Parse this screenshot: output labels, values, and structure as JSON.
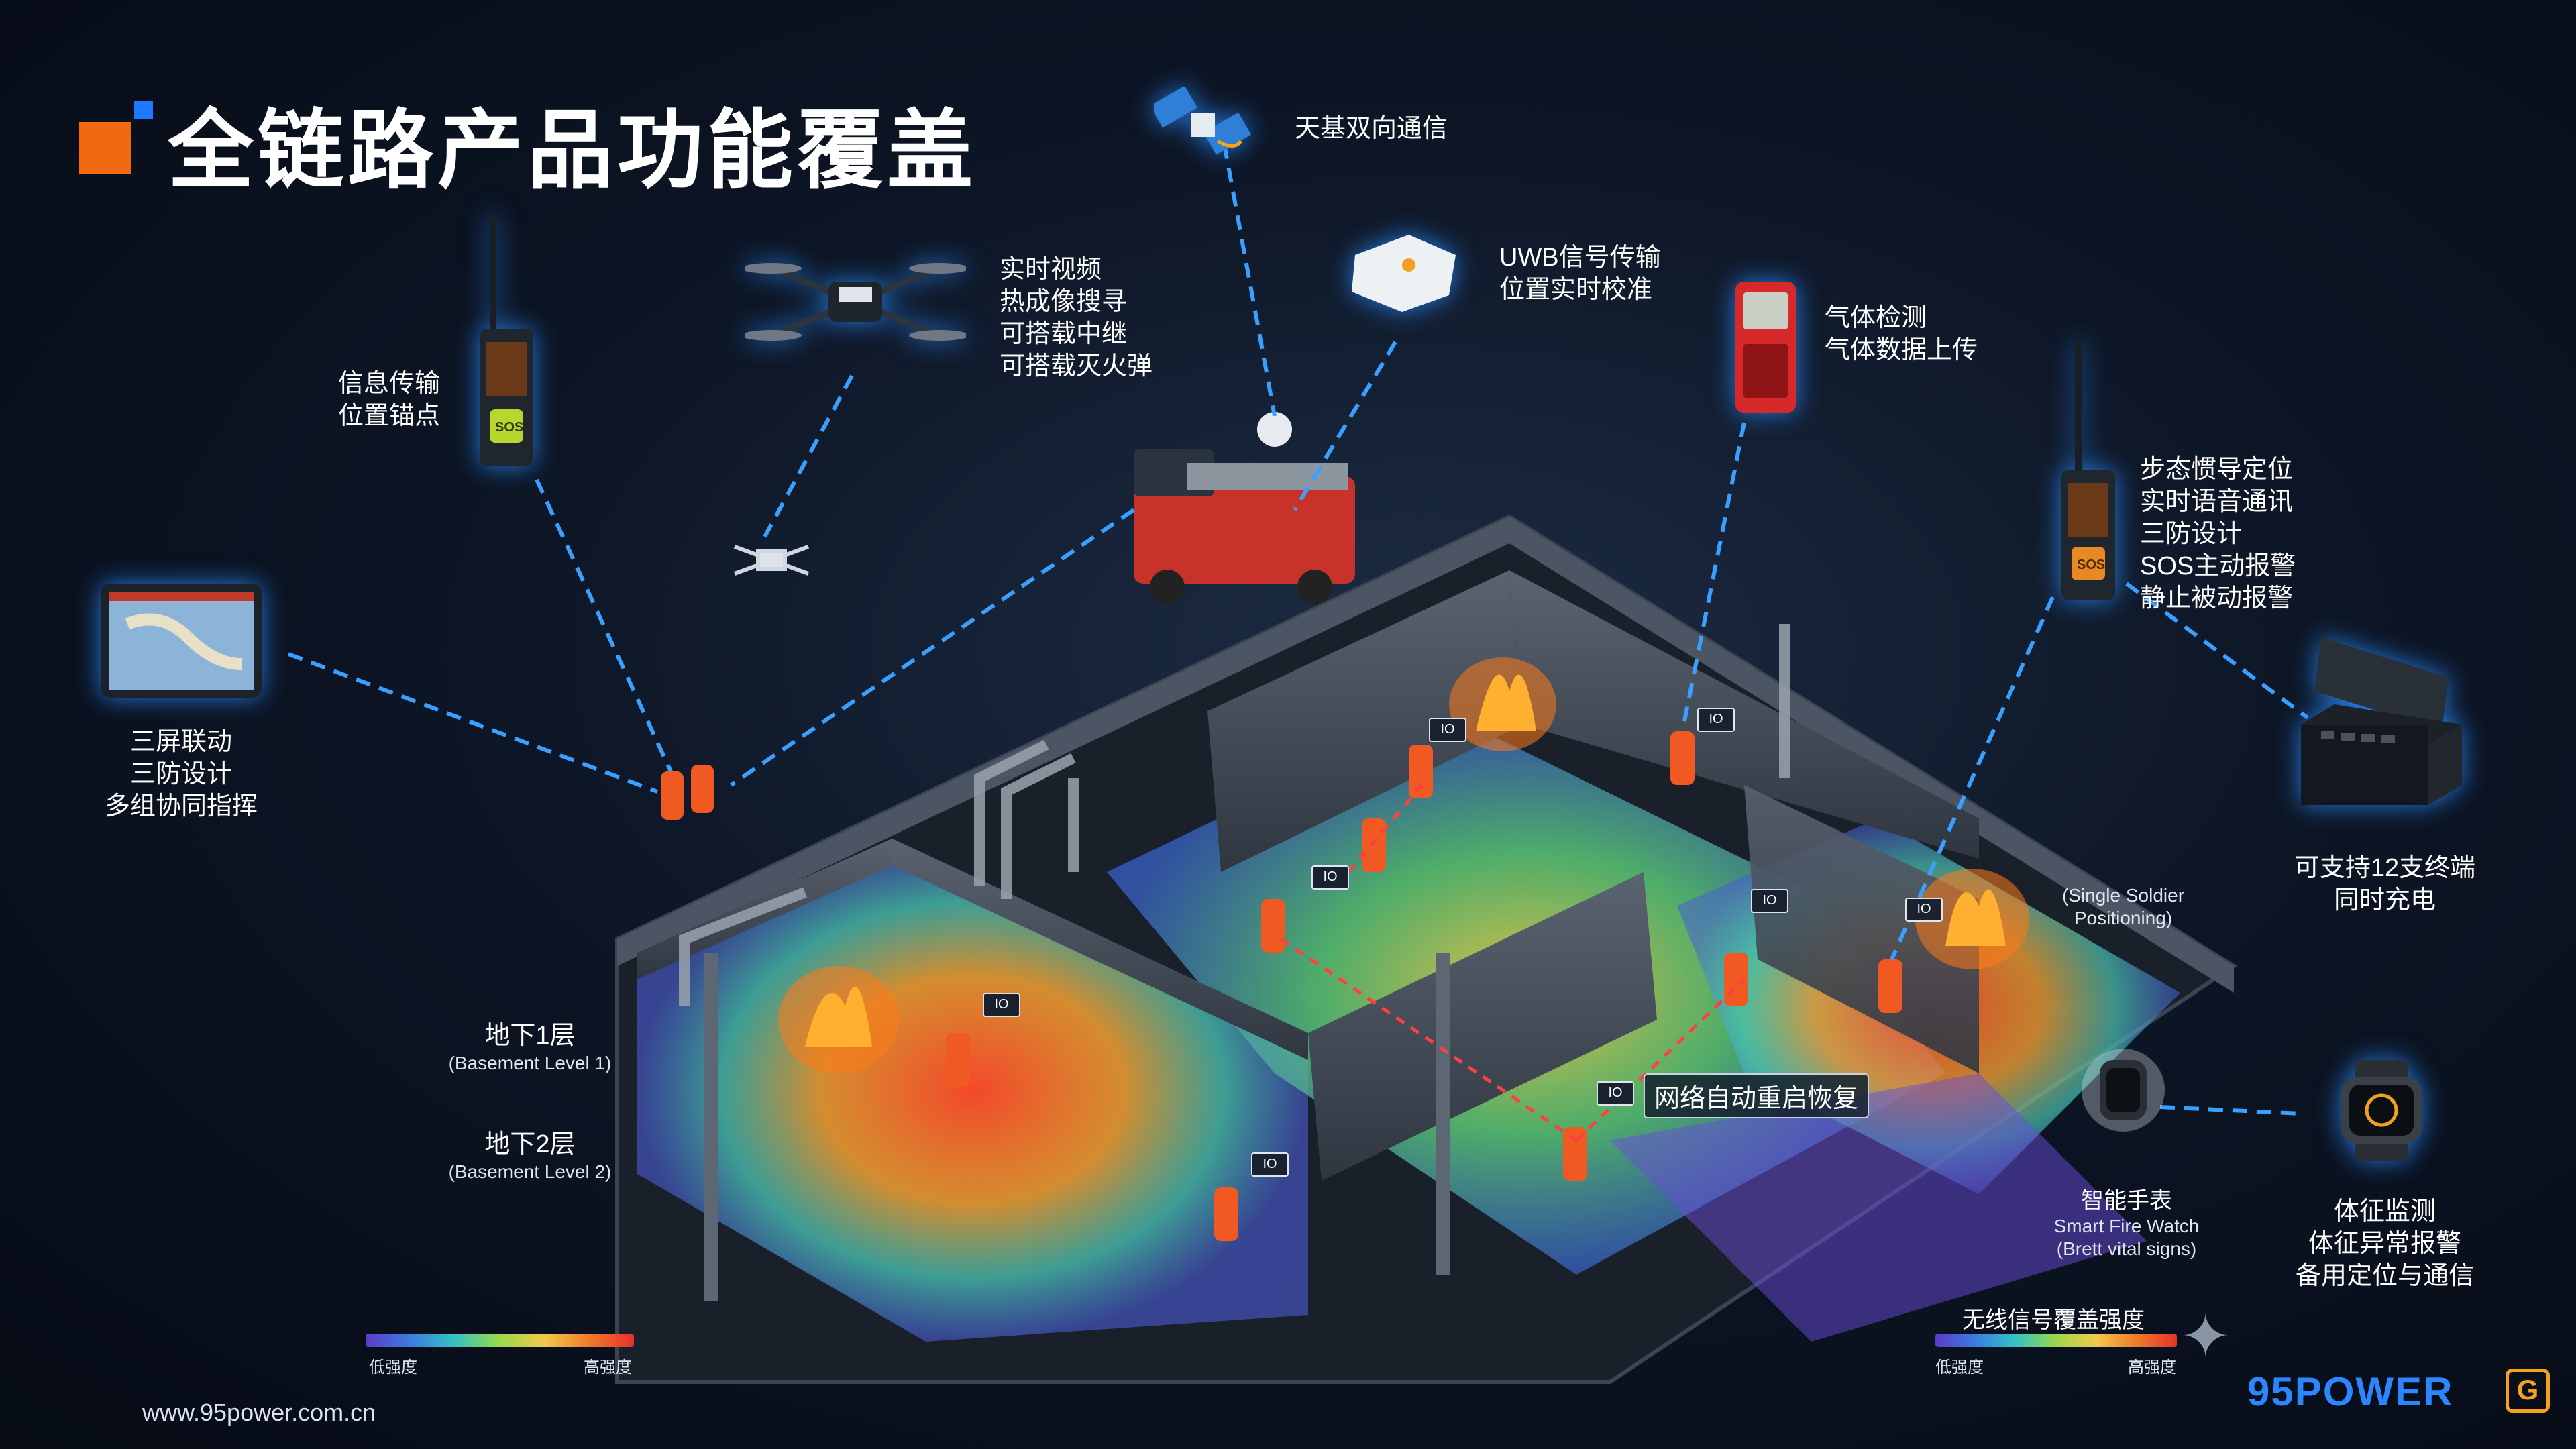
{
  "title": "全链路产品功能覆盖",
  "footer_url": "www.95power.com.cn",
  "brand": {
    "name": "95POWER",
    "mark": "G"
  },
  "features": {
    "satellite": [
      "天基双向通信"
    ],
    "drone": [
      "实时视频",
      "热成像搜寻",
      "可搭载中继",
      "可搭载灭火弹"
    ],
    "uwb": [
      "UWB信号传输",
      "位置实时校准"
    ],
    "gas": [
      "气体检测",
      "气体数据上传"
    ],
    "radio_left": [
      "信息传输",
      "位置锚点"
    ],
    "radio_right": [
      "步态惯导定位",
      "实时语音通讯",
      "三防设计",
      "SOS主动报警",
      "静止被动报警"
    ],
    "tablet": [
      "三屏联动",
      "三防设计",
      "多组协同指挥"
    ],
    "charger": [
      "可支持12支终端",
      "同时充电"
    ],
    "watch": [
      "体征监测",
      "体征异常报警",
      "备用定位与通信"
    ]
  },
  "scene": {
    "level1": {
      "cn": "地下1层",
      "en": "(Basement Level 1)"
    },
    "level2": {
      "cn": "地下2层",
      "en": "(Basement Level 2)"
    },
    "network_tag": "网络自动重启恢复",
    "single_soldier": [
      "(Single Soldier",
      "Positioning)"
    ],
    "watch_label": {
      "cn": "智能手表",
      "en1": "Smart Fire Watch",
      "en2": "(Brett vital signs)"
    },
    "signal_title": "无线信号覆盖强度",
    "scale_low": "低强度",
    "scale_high": "高强度",
    "sos_text": "SOS",
    "id_text": "IO"
  },
  "colors": {
    "accent_orange": "#f26a10",
    "accent_blue": "#1e78ff",
    "link_line": "#3aa0ff"
  }
}
